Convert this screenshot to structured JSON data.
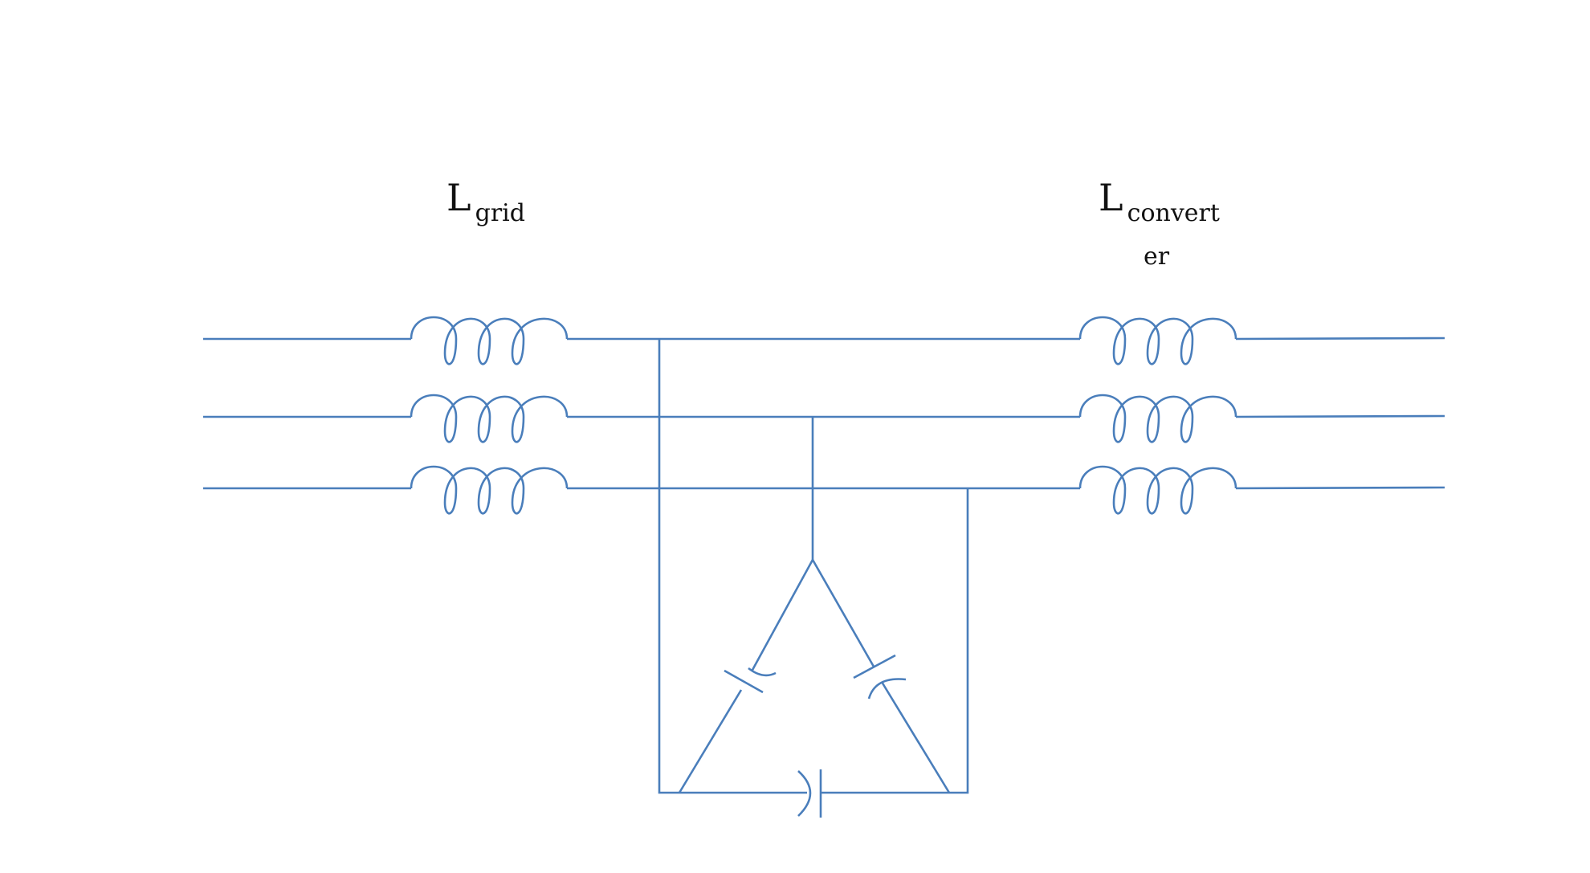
{
  "labels": {
    "grid_inductor": {
      "main": "L",
      "sub": "grid"
    },
    "converter_inductor": {
      "main": "L",
      "sub": "convert",
      "sub_continuation": "er"
    }
  },
  "colors": {
    "wire": "#4a7ebb",
    "text": "#111111",
    "background": "#ffffff"
  }
}
